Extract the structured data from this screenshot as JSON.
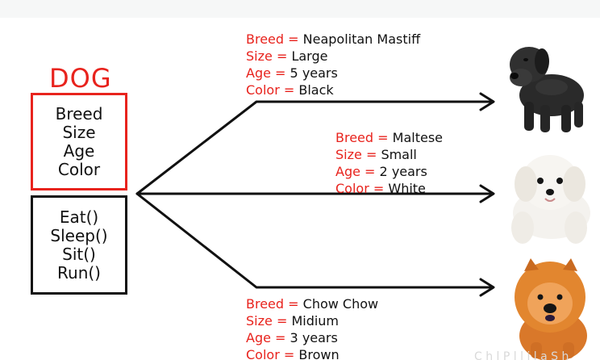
{
  "class_name": "DOG",
  "attributes": [
    "Breed",
    "Size",
    "Age",
    "Color"
  ],
  "methods": [
    "Eat()",
    "Sleep()",
    "Sit()",
    "Run()"
  ],
  "instances": [
    {
      "fields": [
        {
          "key": "Breed",
          "sep": "=",
          "value": "Neapolitan Mastiff"
        },
        {
          "key": "Size",
          "sep": "=",
          "value": "Large"
        },
        {
          "key": "Age",
          "sep": "=",
          "value": "5 years"
        },
        {
          "key": "Color",
          "sep": "=",
          "value": "Black"
        }
      ],
      "image": "black-mastiff-puppy"
    },
    {
      "fields": [
        {
          "key": "Breed",
          "sep": "=",
          "value": "Maltese"
        },
        {
          "key": "Size",
          "sep": "=",
          "value": "Small"
        },
        {
          "key": "Age",
          "sep": "=",
          "value": "2 years"
        },
        {
          "key": "Color",
          "sep": "=",
          "value": "White"
        }
      ],
      "image": "white-maltese-puppy"
    },
    {
      "fields": [
        {
          "key": "Breed",
          "sep": "=",
          "value": "Chow Chow"
        },
        {
          "key": "Size",
          "sep": "=",
          "value": "Midium"
        },
        {
          "key": "Age",
          "sep": "=",
          "value": "3 years"
        },
        {
          "key": "Color",
          "sep": "=",
          "value": "Brown"
        }
      ],
      "image": "brown-chow-chow-puppy"
    }
  ],
  "colors": {
    "accent": "#e8231d",
    "ink": "#111111"
  }
}
